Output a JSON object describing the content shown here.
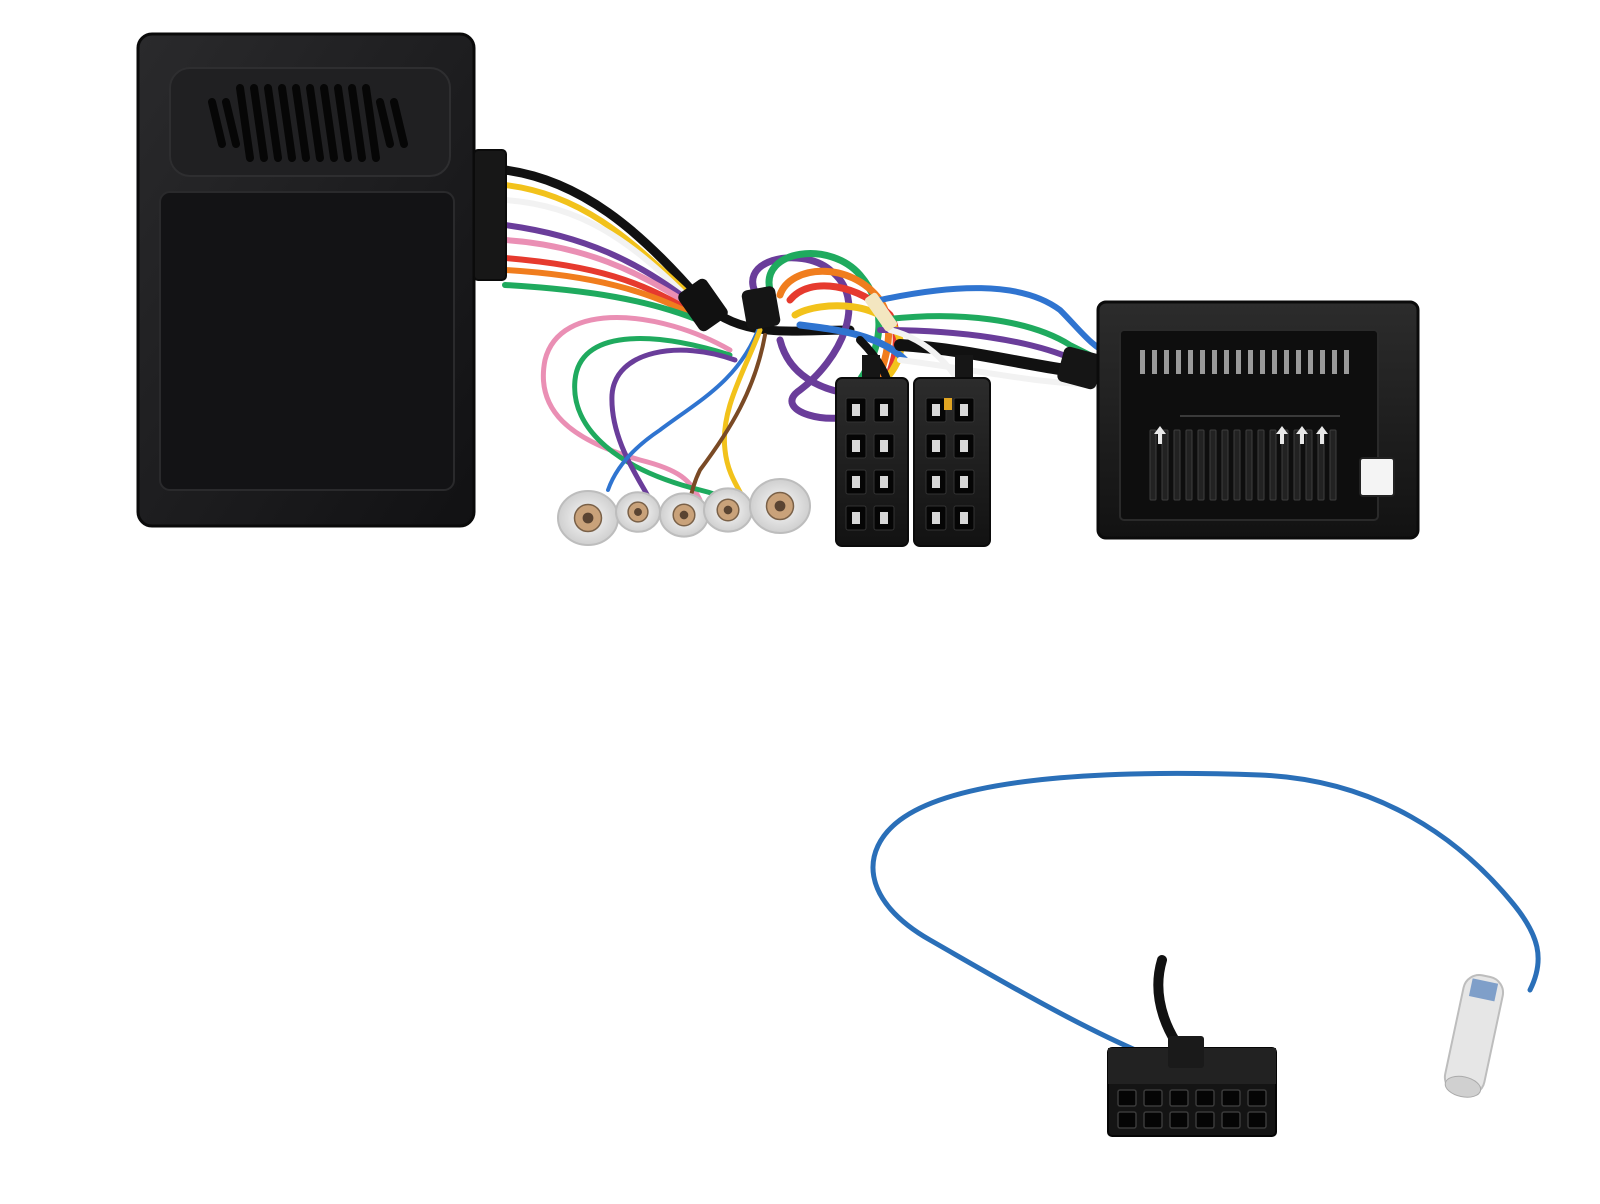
{
  "scene": {
    "background": "#ffffff",
    "module_color": "#1c1c1e",
    "connector_color": "#1a1a1a",
    "wire_colors": {
      "pink": "#ea8fb4",
      "green": "#1faa5e",
      "purple": "#6a3d9a",
      "blue": "#2f74d0",
      "yellow": "#f2c21b",
      "orange": "#f07d1e",
      "red": "#e63a2e",
      "white": "#f2f2f2",
      "brown": "#7a4a25",
      "black": "#111111",
      "lead_blue": "#2a6fb8"
    },
    "objects": [
      {
        "id": "interface-module",
        "icon": "black-box-interface-module"
      },
      {
        "id": "wire-harness",
        "icon": "multi-colour-wire-loom"
      },
      {
        "id": "bullet-terminals",
        "icon": "bullet-connector",
        "count": 5
      },
      {
        "id": "iso-connectors",
        "icon": "iso-block-connector",
        "count": 2
      },
      {
        "id": "vehicle-connector",
        "icon": "vehicle-harness-plug"
      },
      {
        "id": "patch-lead",
        "icon": "stereo-patch-lead-with-jack"
      }
    ]
  }
}
